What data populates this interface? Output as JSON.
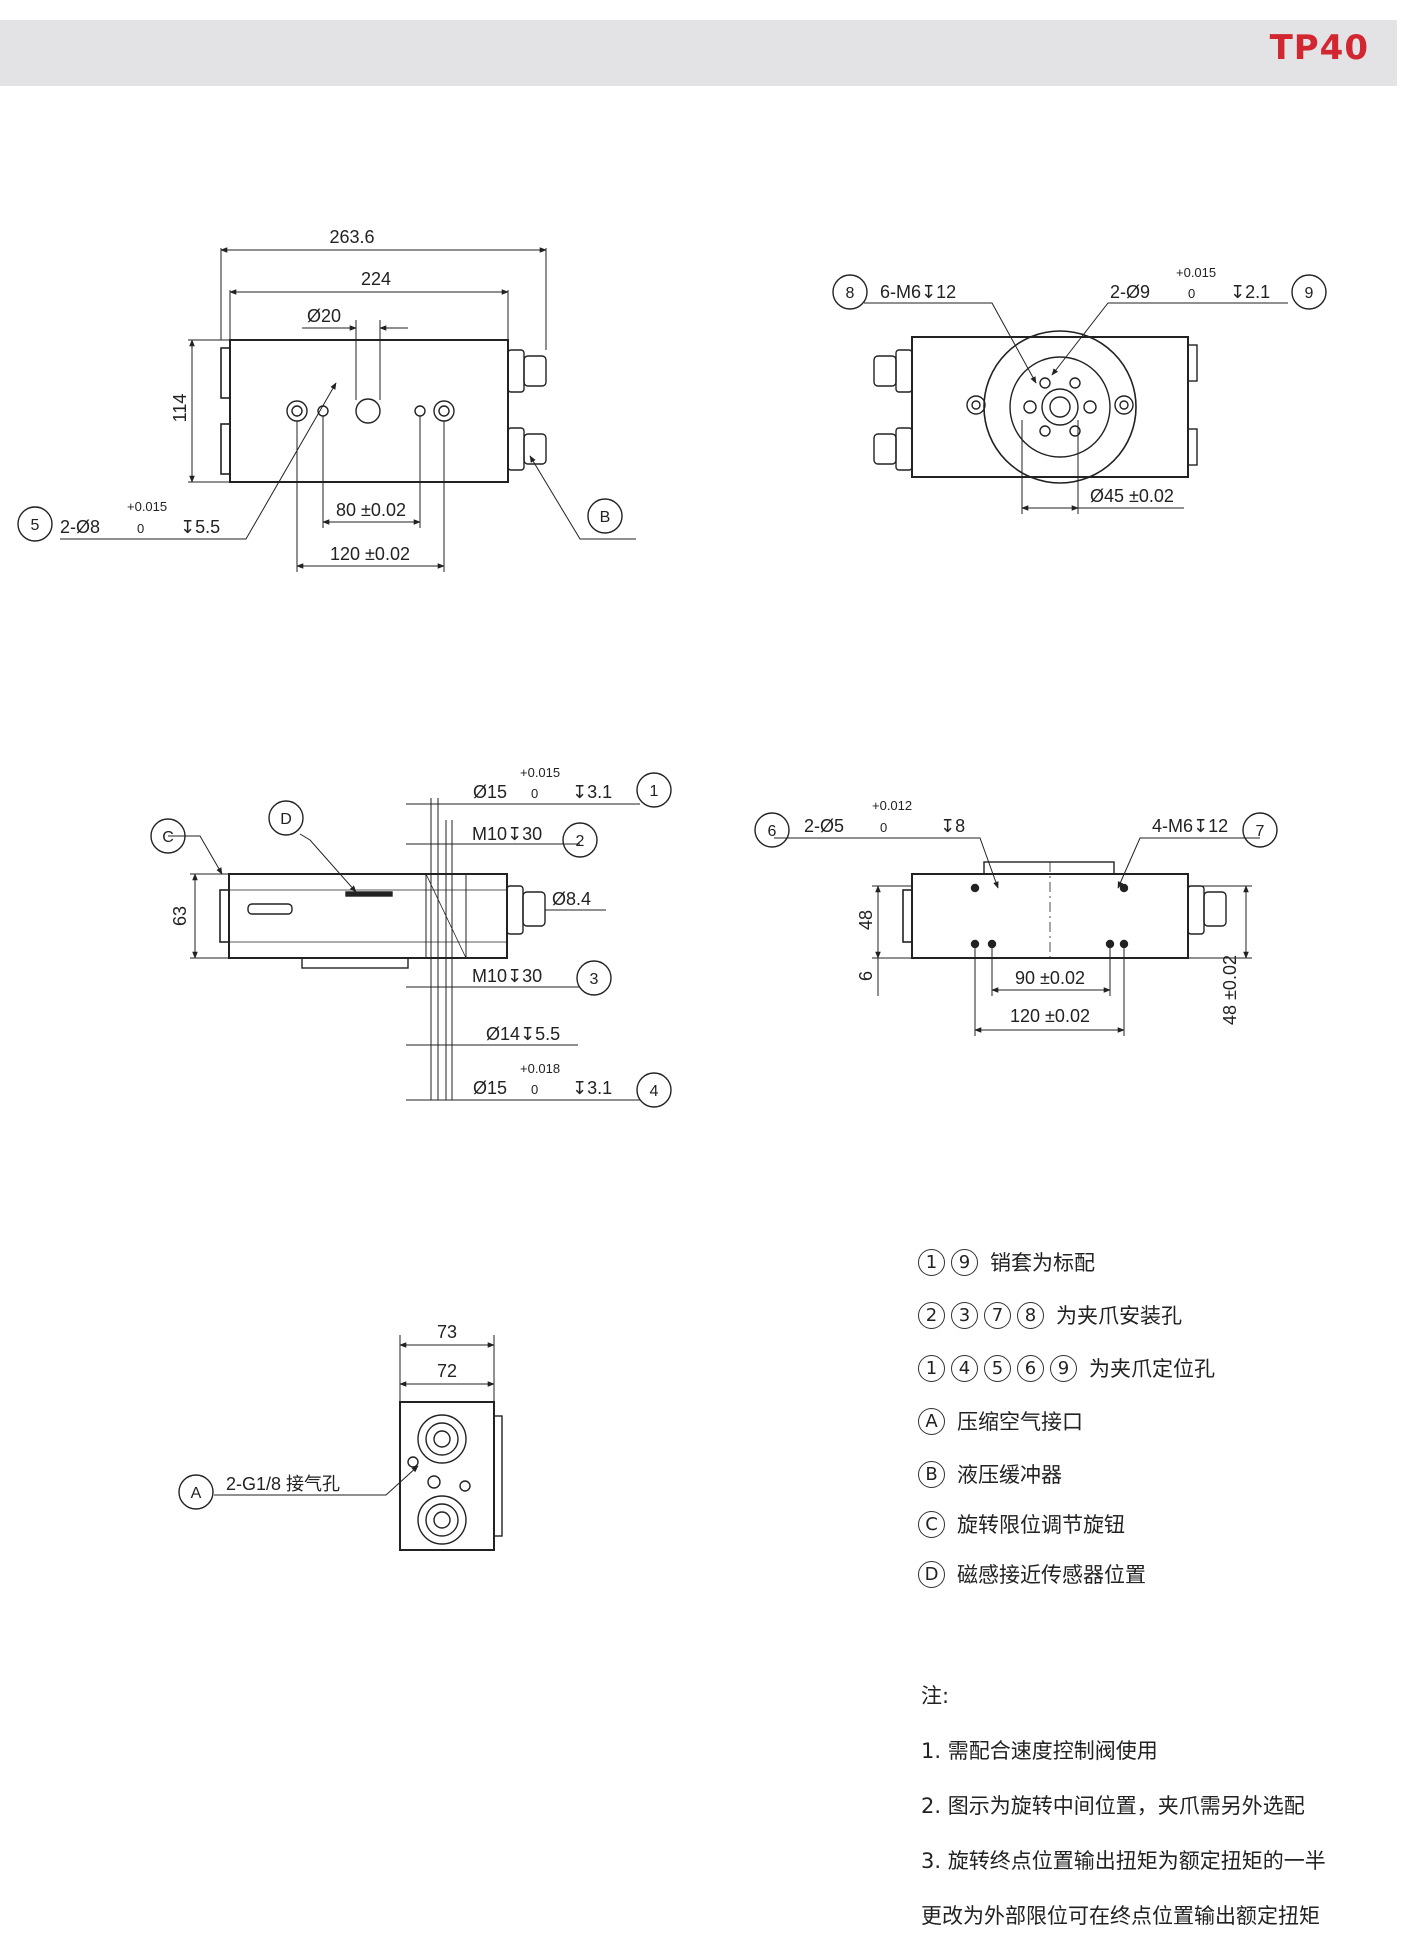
{
  "header": {
    "model": "TP40"
  },
  "views": {
    "front": {
      "dim_overall": "263.6",
      "dim_body": "224",
      "dim_bore": "Ø20",
      "dim_height": "114",
      "dim_spacing_small": "80 ±0.02",
      "dim_spacing_large": "120 ±0.02",
      "callout_5_text": "2-Ø8",
      "callout_5_tol_upper": "+0.015",
      "callout_5_tol_lower": "0",
      "callout_5_depth": "↧5.5",
      "callout_5": "5",
      "callout_B": "B"
    },
    "end": {
      "callout_8": "8",
      "callout_8_text": "6-M6↧12",
      "callout_9": "9",
      "callout_9_text": "2-Ø9",
      "callout_9_tol_upper": "+0.015",
      "callout_9_tol_lower": "0",
      "callout_9_depth": "↧2.1",
      "dim_flange": "Ø45 ±0.02"
    },
    "side": {
      "callout_C": "C",
      "callout_D": "D",
      "dim_height": "63",
      "callout_1": "1",
      "callout_1_text": "Ø15",
      "callout_1_tol_upper": "+0.015",
      "callout_1_tol_lower": "0",
      "callout_1_depth": "↧3.1",
      "callout_2": "2",
      "callout_2_text": "M10↧30",
      "dim_port": "Ø8.4",
      "callout_3": "3",
      "callout_3_text": "M10↧30",
      "dim_counterbore": "Ø14↧5.5",
      "callout_4": "4",
      "callout_4_text": "Ø15",
      "callout_4_tol_upper": "+0.018",
      "callout_4_tol_lower": "0",
      "callout_4_depth": "↧3.1"
    },
    "bottom": {
      "callout_6": "6",
      "callout_6_text": "2-Ø5",
      "callout_6_tol_upper": "+0.012",
      "callout_6_tol_lower": "0",
      "callout_6_depth": "↧8",
      "callout_7": "7",
      "callout_7_text": "4-M6↧12",
      "dim_48_left": "48",
      "dim_6": "6",
      "dim_48_right": "48 ±0.02",
      "dim_spacing_small": "90 ±0.02",
      "dim_spacing_large": "120 ±0.02"
    },
    "rear": {
      "dim_73": "73",
      "dim_72": "72",
      "callout_A": "A",
      "callout_A_text": "2-G1/8 接气孔"
    }
  },
  "legend": [
    {
      "marks": [
        "1",
        "9"
      ],
      "text": "销套为标配"
    },
    {
      "marks": [
        "2",
        "3",
        "7",
        "8"
      ],
      "text": "为夹爪安装孔"
    },
    {
      "marks": [
        "1",
        "4",
        "5",
        "6",
        "9"
      ],
      "text": "为夹爪定位孔"
    },
    {
      "marks": [
        "A"
      ],
      "text": "压缩空气接口"
    },
    {
      "marks": [
        "B"
      ],
      "text": "液压缓冲器"
    },
    {
      "marks": [
        "C"
      ],
      "text": "旋转限位调节旋钮"
    },
    {
      "marks": [
        "D"
      ],
      "text": "磁感接近传感器位置"
    }
  ],
  "notes": {
    "heading": "注:",
    "line1": "1. 需配合速度控制阀使用",
    "line2": "2. 图示为旋转中间位置，夹爪需另外选配",
    "line3": "3. 旋转终点位置输出扭矩为额定扭矩的一半",
    "line4": "更改为外部限位可在终点位置输出额定扭矩"
  }
}
